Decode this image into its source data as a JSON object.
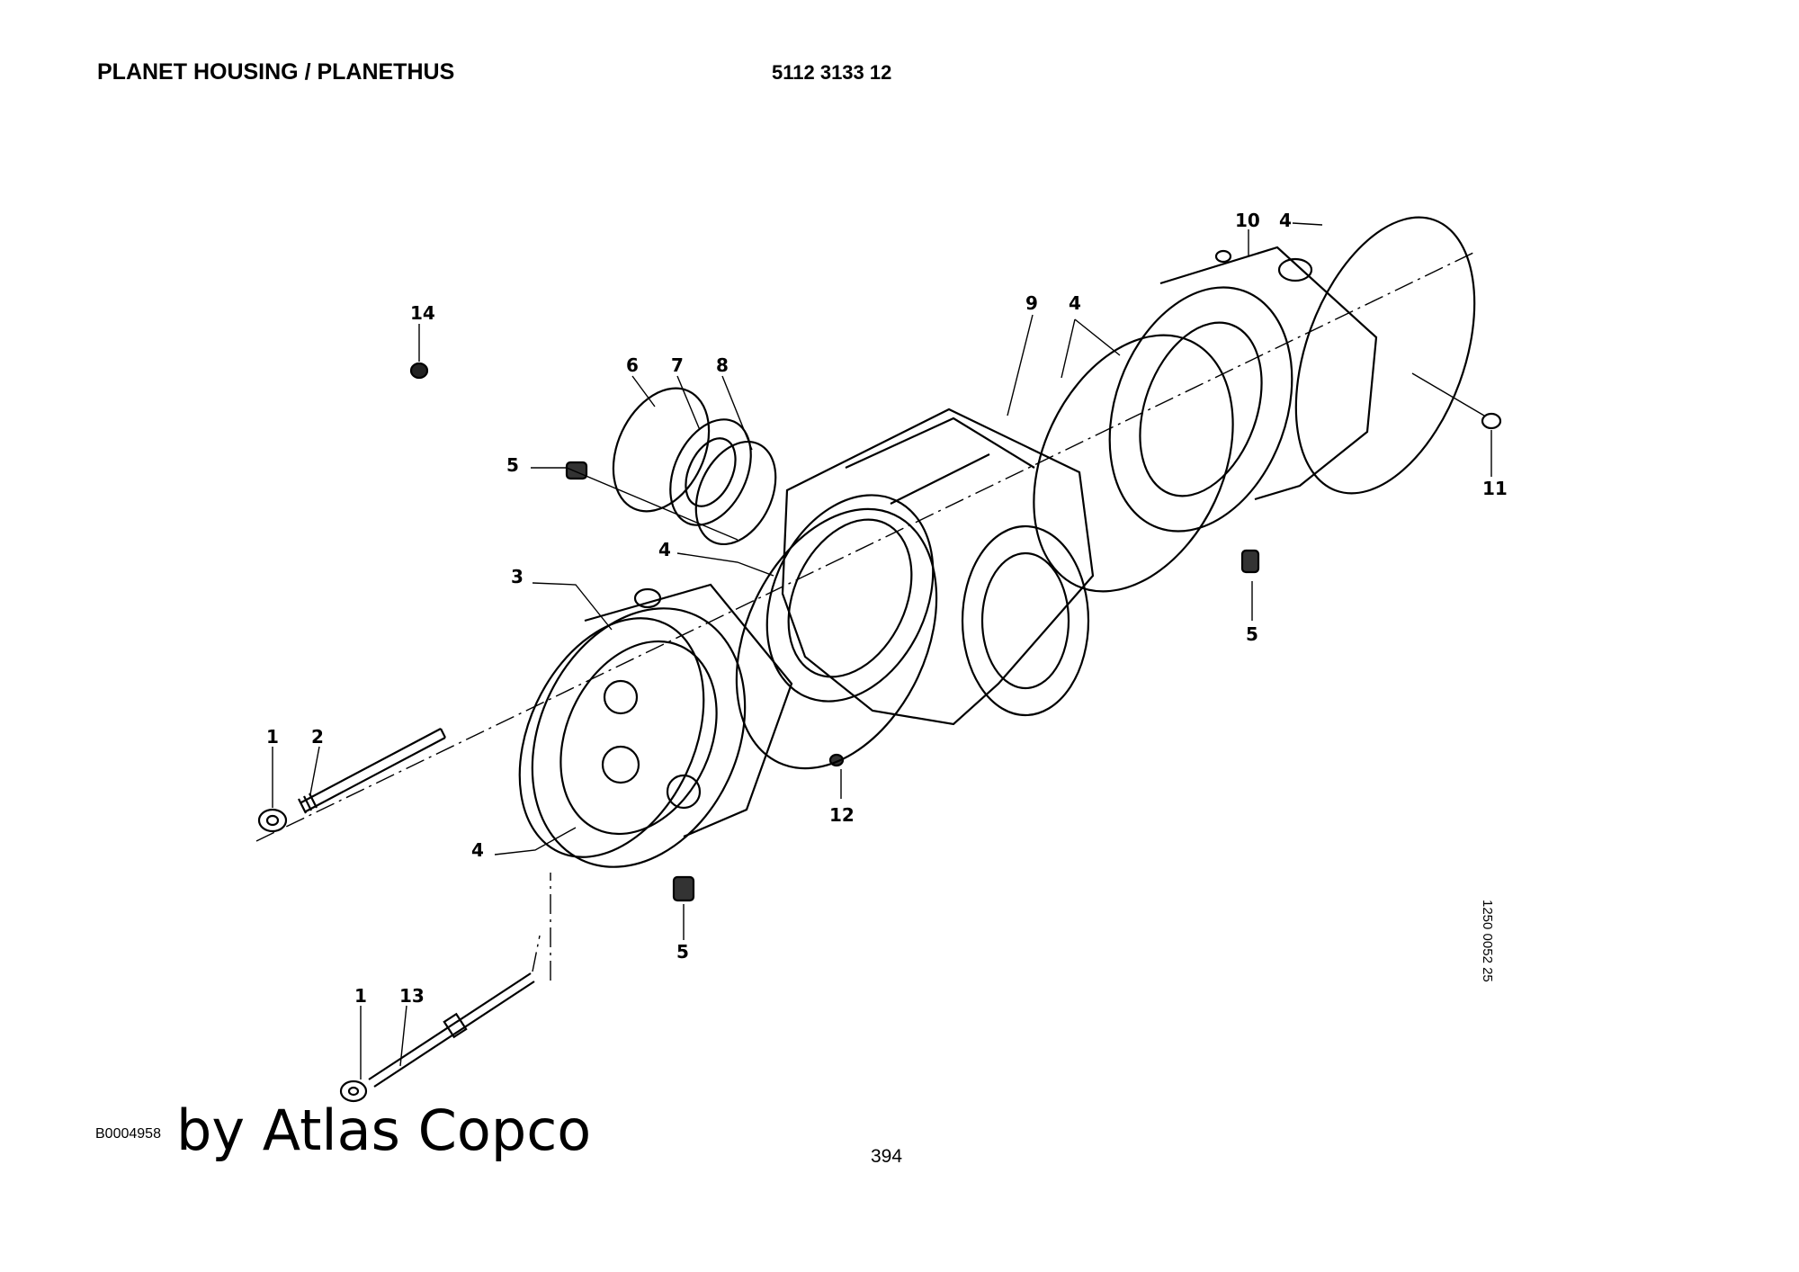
{
  "header": {
    "title": "PLANET HOUSING / PLANETHUS",
    "part_number": "5112 3133 12"
  },
  "diagram": {
    "callouts": [
      {
        "id": "c14",
        "label": "14"
      },
      {
        "id": "c6",
        "label": "6"
      },
      {
        "id": "c7",
        "label": "7"
      },
      {
        "id": "c8",
        "label": "8"
      },
      {
        "id": "c9",
        "label": "9"
      },
      {
        "id": "c4a",
        "label": "4"
      },
      {
        "id": "c10",
        "label": "10"
      },
      {
        "id": "c4b",
        "label": "4"
      },
      {
        "id": "c5a",
        "label": "5"
      },
      {
        "id": "c11",
        "label": "11"
      },
      {
        "id": "c4c",
        "label": "4"
      },
      {
        "id": "c3",
        "label": "3"
      },
      {
        "id": "c5b",
        "label": "5"
      },
      {
        "id": "c1a",
        "label": "1"
      },
      {
        "id": "c2",
        "label": "2"
      },
      {
        "id": "c12",
        "label": "12"
      },
      {
        "id": "c4d",
        "label": "4"
      },
      {
        "id": "c5c",
        "label": "5"
      },
      {
        "id": "c1b",
        "label": "1"
      },
      {
        "id": "c13",
        "label": "13"
      }
    ],
    "drawing_code": "1250 0052 25"
  },
  "footer": {
    "code": "B0004958",
    "brand": "by Atlas Copco",
    "page_number": "394"
  }
}
